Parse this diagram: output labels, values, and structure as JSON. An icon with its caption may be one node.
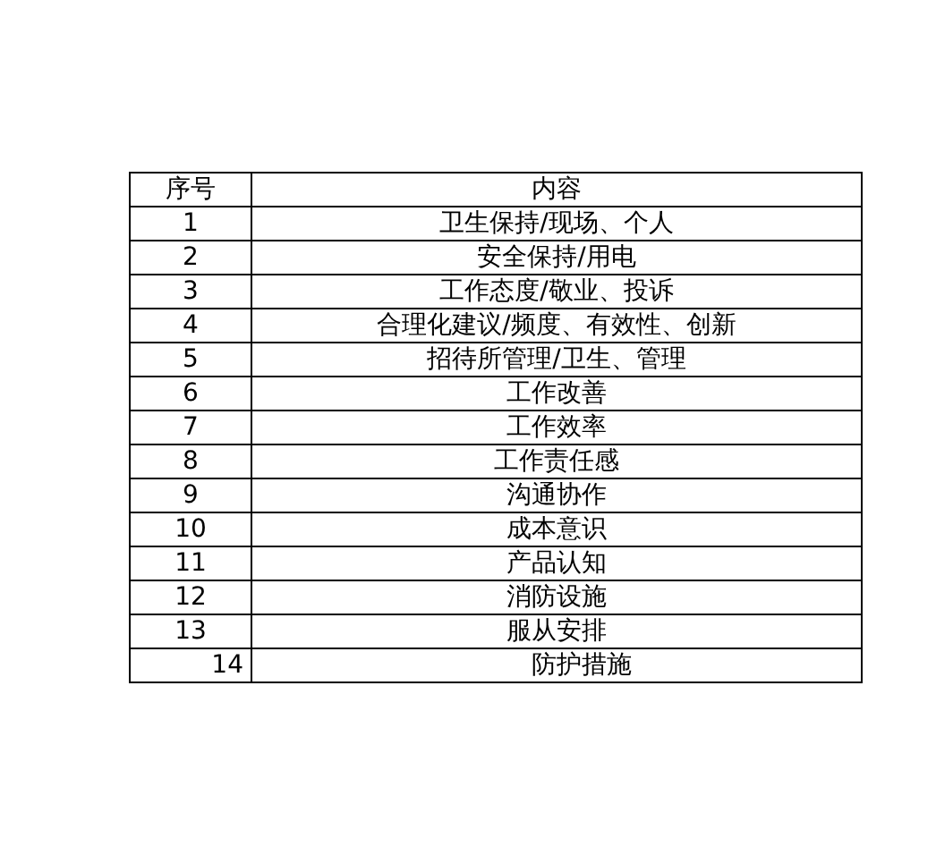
{
  "diagram": {
    "labels": [
      "序号",
      "内容",
      "1",
      "卫生保持/现场、个人",
      "2",
      "安全保持/用电",
      "3",
      "工作态度/敬业、投诉",
      "4",
      "合理化建议/频度、有效性、创新",
      "5",
      "招待所管理/卫生、管理",
      "6",
      "工作改善",
      "7",
      "工作效率",
      "8",
      "工作责任感",
      "9",
      "沟通协作",
      "10",
      "成本意识",
      "11",
      "产品认知",
      "12",
      "消防设施",
      "13",
      "服从安排",
      "14",
      "防护措施"
    ]
  }
}
